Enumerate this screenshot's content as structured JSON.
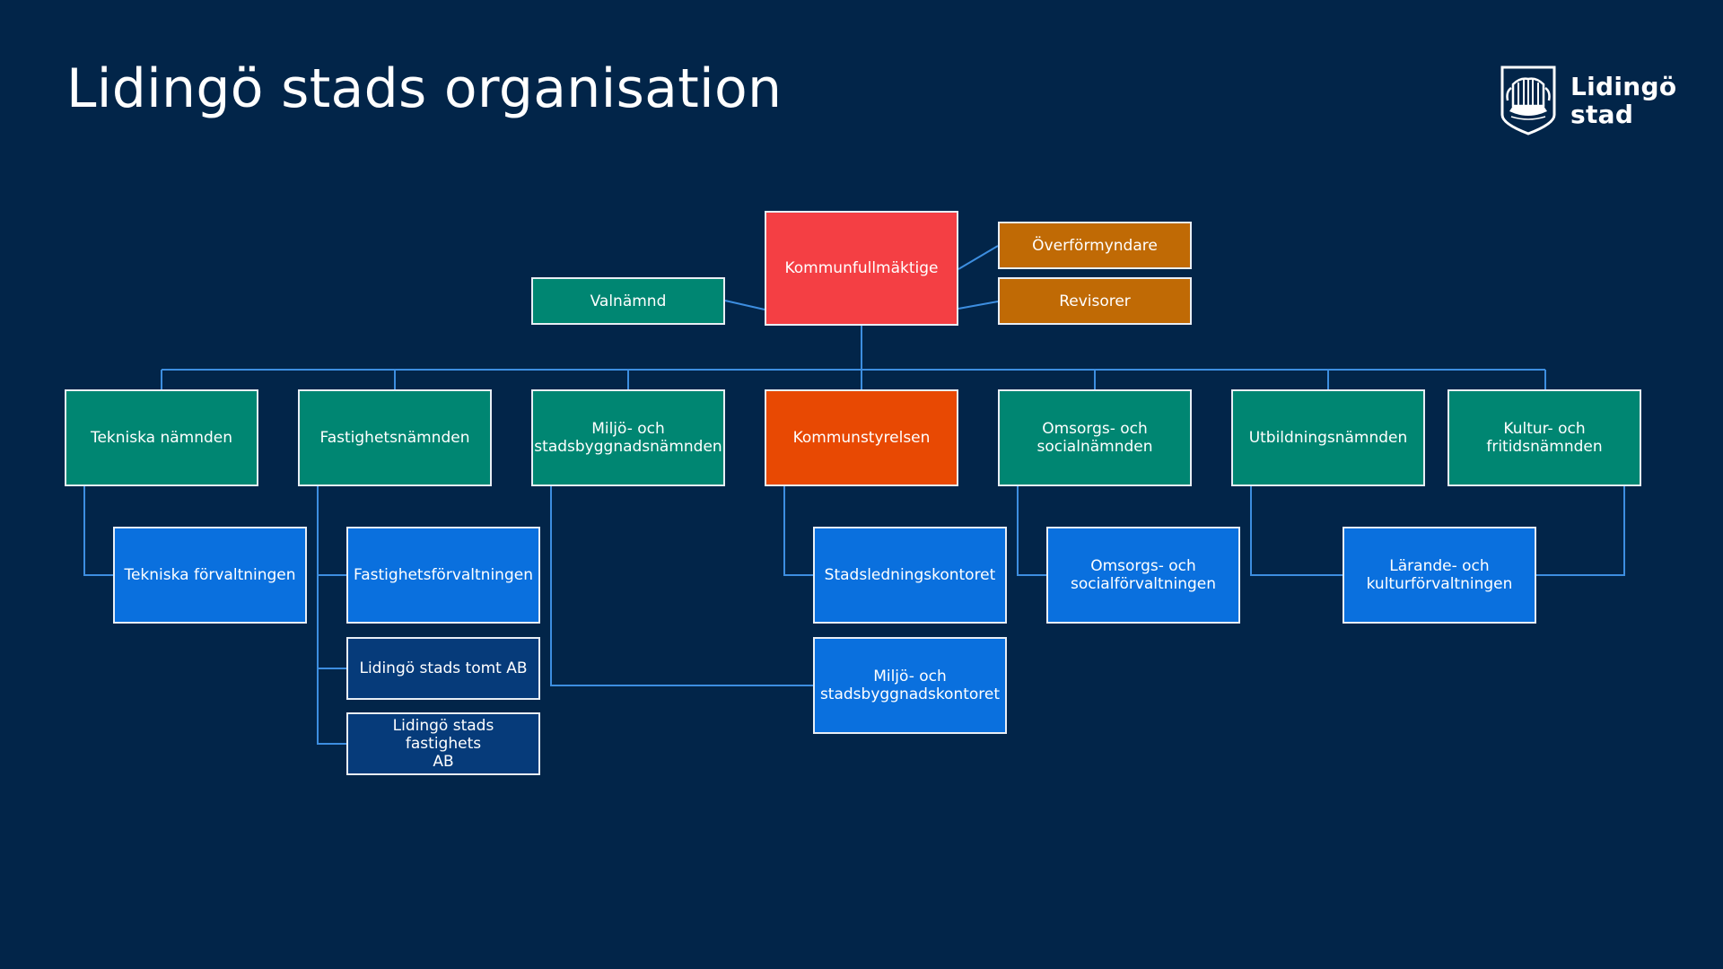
{
  "page": {
    "title": "Lidingö stads organisation"
  },
  "logo": {
    "line1": "Lidingö",
    "line2": "stad",
    "icon": "viking-ship-shield-icon"
  },
  "colors": {
    "background": "#022549",
    "council": "#f43f44",
    "board": "#e84903",
    "committee": "#008672",
    "audit": "#c06a05",
    "office": "#0a70de",
    "company": "#063b7a",
    "connector": "#3d8ee0"
  },
  "nodes": {
    "kommunfullmaktige": "Kommunfullmäktige",
    "valnamnd": "Valnämnd",
    "overformyndare": "Överförmyndare",
    "revisorer": "Revisorer",
    "tekniska_namnden": "Tekniska nämnden",
    "fastighetsnamnden": "Fastighetsnämnden",
    "miljo_namnden": "Miljö- och\nstadsbyggnadsnämnden",
    "kommunstyrelsen": "Kommunstyrelsen",
    "omsorgs_namnden": "Omsorgs- och\nsocialnämnden",
    "utbildningsnamnden": "Utbildningsnämnden",
    "kultur_namnden": "Kultur- och\nfritidsnämnden",
    "tekniska_forvaltningen": "Tekniska förvaltningen",
    "fastighetsforvaltningen": "Fastighetsförvaltningen",
    "tomt_ab": "Lidingö stads tomt AB",
    "fastighets_ab": "Lidingö stads fastighets\nAB",
    "stadsledningskontoret": "Stadsledningskontoret",
    "miljo_kontoret": "Miljö- och\nstadsbyggnadskontoret",
    "omsorgs_forvaltningen": "Omsorgs- och\nsocialförvaltningen",
    "larande_forvaltningen": "Lärande- och\nkulturförvaltningen"
  }
}
